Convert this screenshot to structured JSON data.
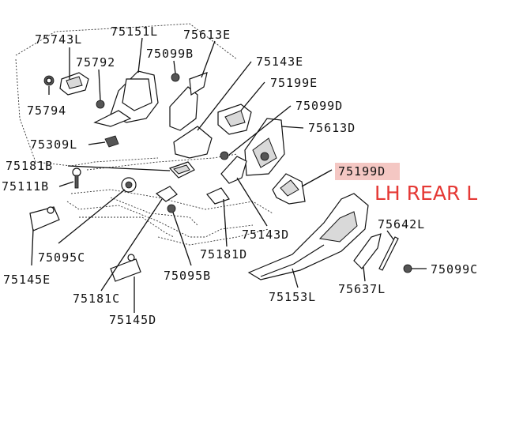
{
  "highlight_color": "#f4c7c3",
  "note_color": "#e53935",
  "note": "LH REAR L",
  "labels": {
    "l75743L": "75743L",
    "l75151L": "75151L",
    "l75613E": "75613E",
    "l75792": "75792",
    "l75099B": "75099B",
    "l75143E": "75143E",
    "l75199E": "75199E",
    "l75794": "75794",
    "l75099D": "75099D",
    "l75613D": "75613D",
    "l75309L": "75309L",
    "l75181B": "75181B",
    "l75199D": "75199D",
    "l75111B": "75111B",
    "l75642L": "75642L",
    "l75143D": "75143D",
    "l75095C": "75095C",
    "l75181D": "75181D",
    "l75099C": "75099C",
    "l75145E": "75145E",
    "l75095B": "75095B",
    "l75153L": "75153L",
    "l75637L": "75637L",
    "l75181C": "75181C",
    "l75145D": "75145D"
  }
}
